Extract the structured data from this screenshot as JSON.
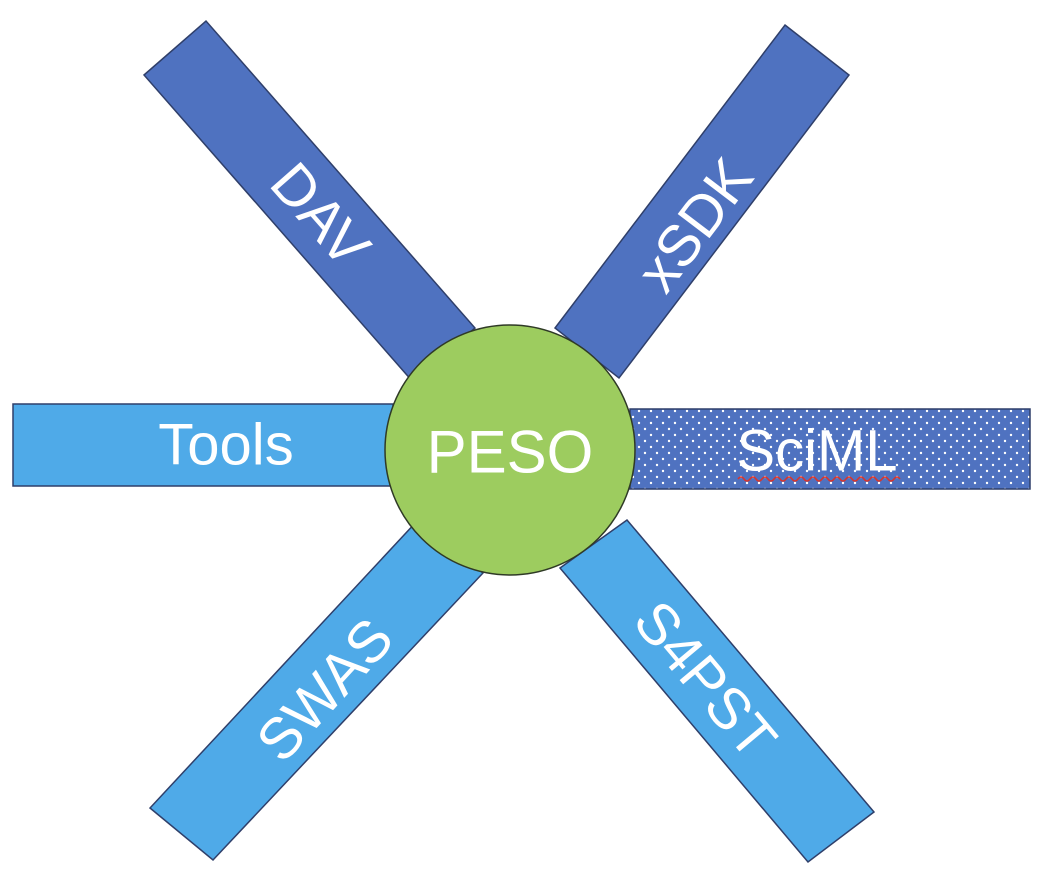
{
  "diagram": {
    "hub": {
      "label": "PESO",
      "color": "#9dcc5f"
    },
    "spokes": [
      {
        "id": "dav",
        "label": "DAV",
        "color": "#4f72c0",
        "pattern": "solid"
      },
      {
        "id": "xsdk",
        "label": "xSDK",
        "color": "#4f72c0",
        "pattern": "solid"
      },
      {
        "id": "tools",
        "label": "Tools",
        "color": "#4faae8",
        "pattern": "solid"
      },
      {
        "id": "sciml",
        "label": "SciML",
        "color": "#4f72c0",
        "pattern": "dotted",
        "spellcheck_underline": true
      },
      {
        "id": "swas",
        "label": "SWAS",
        "color": "#4faae8",
        "pattern": "solid"
      },
      {
        "id": "s4pst",
        "label": "S4PST",
        "color": "#4faae8",
        "pattern": "solid"
      }
    ]
  }
}
